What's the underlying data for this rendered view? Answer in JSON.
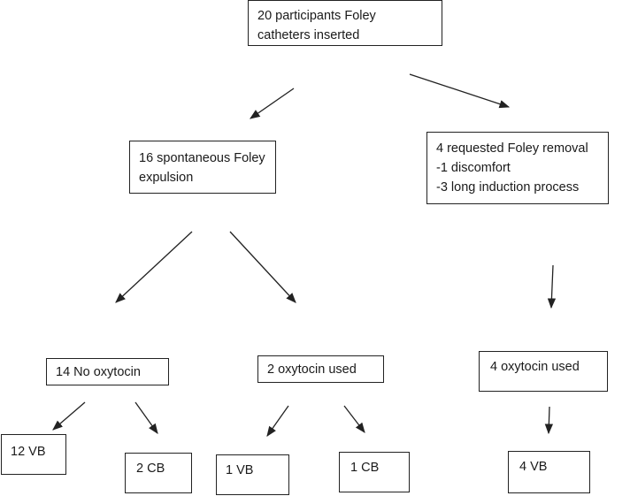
{
  "nodes": {
    "root": {
      "lines": [
        "20 participants Foley",
        "catheters inserted"
      ]
    },
    "spontaneous": {
      "lines": [
        "16 spontaneous Foley",
        "expulsion"
      ]
    },
    "requested": {
      "lines": [
        "4 requested Foley removal",
        "-1 discomfort",
        "-3 long induction process"
      ]
    },
    "no_oxytocin": {
      "lines": [
        "14 No oxytocin"
      ]
    },
    "oxytocin_2": {
      "lines": [
        "2 oxytocin used"
      ]
    },
    "oxytocin_4": {
      "lines": [
        "4 oxytocin used"
      ]
    },
    "vb_12": {
      "lines": [
        "12 VB"
      ]
    },
    "cb_2": {
      "lines": [
        "2 CB"
      ]
    },
    "vb_1": {
      "lines": [
        "1 VB"
      ]
    },
    "cb_1": {
      "lines": [
        "1 CB"
      ]
    },
    "vb_4": {
      "lines": [
        "4 VB"
      ]
    }
  },
  "colors": {
    "border": "#222222",
    "arrow": "#222222",
    "text": "#1a1a1a"
  }
}
